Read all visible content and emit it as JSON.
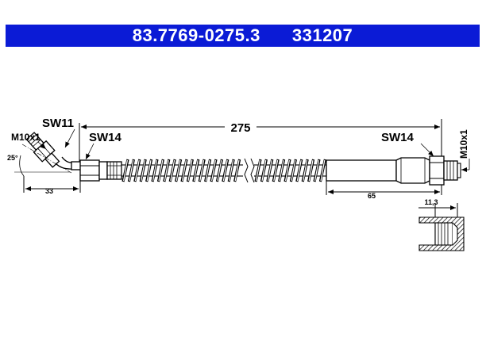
{
  "header": {
    "part_number": "83.7769-0275.3",
    "ref_number": "331207",
    "background_color": "#0b1bd6",
    "text_color": "#ffffff"
  },
  "drawing": {
    "thread_left": "M10x1",
    "angle": "25°",
    "wrench_left_outer": "SW11",
    "wrench_left_inner": "SW14",
    "wrench_right": "SW14",
    "overall_length": "275",
    "left_offset": "33",
    "right_sleeve_length": "65",
    "thread_right": "M10x1",
    "bore_depth": "11,3"
  }
}
